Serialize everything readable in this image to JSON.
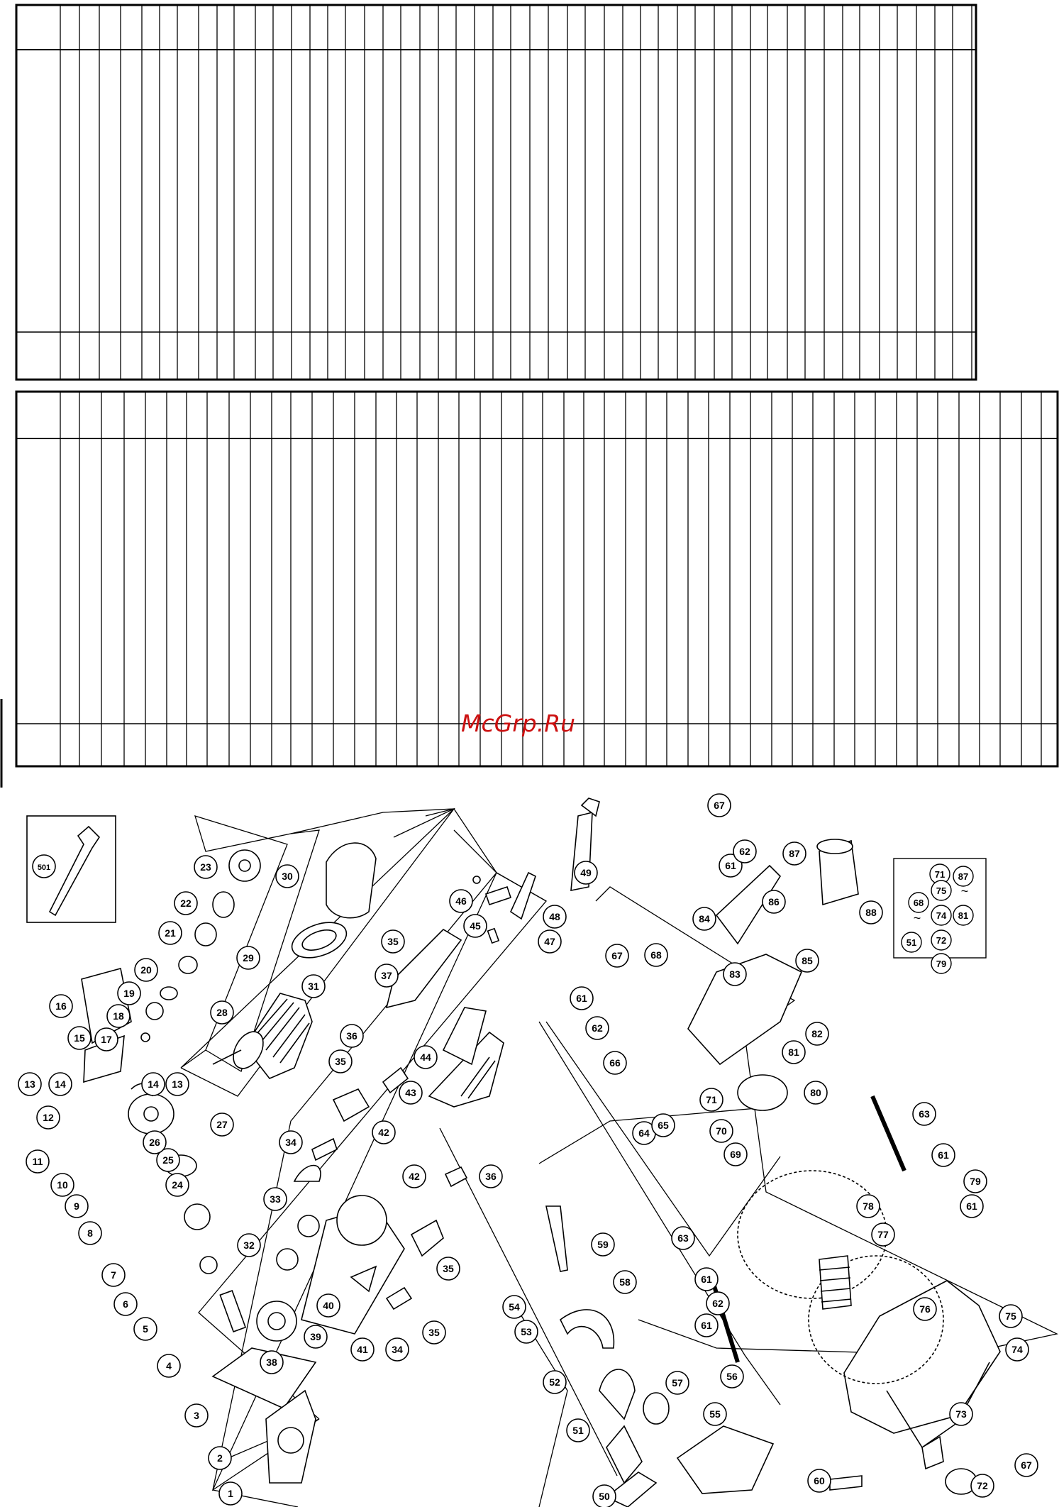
{
  "watermark": "McGrp.Ru",
  "callouts": {
    "c1": "1",
    "c2": "2",
    "c3": "3",
    "c4": "4",
    "c5": "5",
    "c6": "6",
    "c7": "7",
    "c8": "8",
    "c9": "9",
    "c10": "10",
    "c11": "11",
    "c12": "12",
    "c13a": "13",
    "c13b": "13",
    "c14a": "14",
    "c14b": "14",
    "c15": "15",
    "c16": "16",
    "c17": "17",
    "c18": "18",
    "c19": "19",
    "c20": "20",
    "c21": "21",
    "c22": "22",
    "c23": "23",
    "c24": "24",
    "c25": "25",
    "c26": "26",
    "c27": "27",
    "c28": "28",
    "c29": "29",
    "c30": "30",
    "c31": "31",
    "c32": "32",
    "c33": "33",
    "c34a": "34",
    "c34b": "34",
    "c35a": "35",
    "c35b": "35",
    "c35c": "35",
    "c35d": "35",
    "c36a": "36",
    "c36b": "36",
    "c37": "37",
    "c38": "38",
    "c39": "39",
    "c40": "40",
    "c41": "41",
    "c42a": "42",
    "c42b": "42",
    "c43": "43",
    "c44": "44",
    "c45": "45",
    "c46": "46",
    "c47": "47",
    "c48": "48",
    "c49": "49",
    "c50": "50",
    "c51": "51",
    "c52": "52",
    "c53": "53",
    "c54": "54",
    "c55": "55",
    "c56": "56",
    "c57": "57",
    "c58": "58",
    "c59": "59",
    "c60": "60",
    "c61a": "61",
    "c61b": "61",
    "c61c": "61",
    "c61d": "61",
    "c61e": "61",
    "c61f": "61",
    "c62a": "62",
    "c62b": "62",
    "c62c": "62",
    "c63a": "63",
    "c63b": "63",
    "c64": "64",
    "c65": "65",
    "c66": "66",
    "c67a": "67",
    "c67b": "67",
    "c67c": "67",
    "c68": "68",
    "c69": "69",
    "c70": "70",
    "c71": "71",
    "c72": "72",
    "c73": "73",
    "c74": "74",
    "c75": "75",
    "c76": "76",
    "c77": "77",
    "c78": "78",
    "c79": "79",
    "c80": "80",
    "c81": "81",
    "c82": "82",
    "c83": "83",
    "c84": "84",
    "c85": "85",
    "c86": "86",
    "c87": "87",
    "c88": "88",
    "c501": "501"
  },
  "set_box": {
    "r1a": "71",
    "r2a": "68",
    "r2b": "75",
    "r2c": "87",
    "r3a": "74",
    "r4a": "51",
    "r4b": "72",
    "r5a": "79",
    "r5b": "81",
    "tilde": "~"
  }
}
